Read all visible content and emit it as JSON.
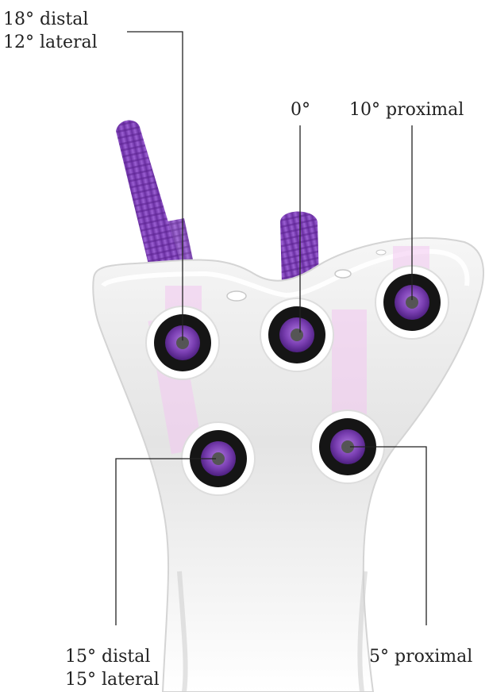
{
  "labels": {
    "top_left": {
      "line1": "18° distal",
      "line2": "12° lateral"
    },
    "top_middle": {
      "line1": "0°"
    },
    "top_right": {
      "line1": "10° proximal"
    },
    "bottom_left": {
      "line1": "15° distal",
      "line2": "15° lateral"
    },
    "bottom_right": {
      "line1": "5° proximal"
    }
  },
  "colors": {
    "screw_purple": "#8a4fc2",
    "screw_purple_dark": "#6a2fa2",
    "plate_grey": "#e2e2e2",
    "ring_black": "#151515",
    "leader_line": "#222222"
  }
}
